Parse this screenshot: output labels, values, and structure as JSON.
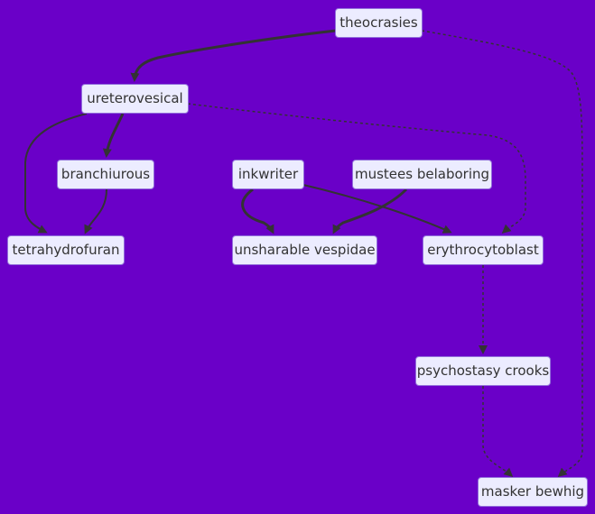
{
  "background": "#6a00c8",
  "node_fill": "#ececff",
  "node_border": "#9370db",
  "edge_color": "#333333",
  "nodes": {
    "theocrasies": "theocrasies",
    "ureterovesical": "ureterovesical",
    "branchiurous": "branchiurous",
    "inkwriter": "inkwriter",
    "mustees": "mustees belaboring",
    "tetrahydrofuran": "tetrahydrofuran",
    "unsharable": "unsharable vespidae",
    "erythrocytoblast": "erythrocytoblast",
    "psychostasy": "psychostasy crooks",
    "masker": "masker bewhig"
  },
  "edges": [
    {
      "from": "theocrasies",
      "to": "ureterovesical",
      "style": "thick"
    },
    {
      "from": "theocrasies",
      "to": "masker",
      "style": "dotted"
    },
    {
      "from": "ureterovesical",
      "to": "branchiurous",
      "style": "thick"
    },
    {
      "from": "ureterovesical",
      "to": "tetrahydrofuran",
      "style": "solid"
    },
    {
      "from": "ureterovesical",
      "to": "erythrocytoblast",
      "style": "dotted"
    },
    {
      "from": "branchiurous",
      "to": "tetrahydrofuran",
      "style": "solid"
    },
    {
      "from": "inkwriter",
      "to": "unsharable",
      "style": "thick"
    },
    {
      "from": "inkwriter",
      "to": "erythrocytoblast",
      "style": "solid"
    },
    {
      "from": "mustees",
      "to": "unsharable",
      "style": "thick"
    },
    {
      "from": "erythrocytoblast",
      "to": "psychostasy",
      "style": "dotted"
    },
    {
      "from": "psychostasy",
      "to": "masker",
      "style": "dotted"
    }
  ]
}
